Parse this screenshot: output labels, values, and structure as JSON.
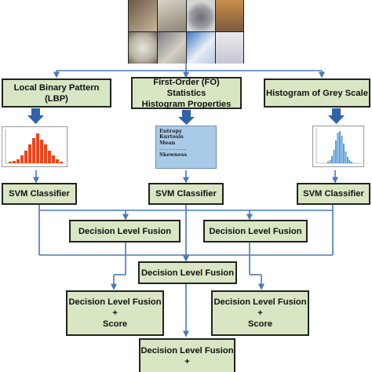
{
  "diagram": {
    "features": {
      "lbp": "Local Binary Pattern (LBP)",
      "fo_line1": "First-Order (FO) Statistics",
      "fo_line2": "Histogram Properties",
      "grey": "Histogram of Grey Scale"
    },
    "stats": [
      "Entropy",
      "Kurtosis",
      "Mean",
      "……………",
      "Skewness"
    ],
    "classifiers": [
      "SVM Classifier",
      "SVM Classifier",
      "SVM Classifier"
    ],
    "fusion": {
      "left": "Decision Level Fusion",
      "right": "Decision Level Fusion",
      "center": "Decision Level Fusion",
      "score_left": [
        "Decision Level Fusion",
        "+",
        "Score"
      ],
      "score_right": [
        "Decision Level Fusion",
        "+",
        "Score"
      ],
      "final": [
        "Decision Level Fusion",
        "+"
      ]
    },
    "colors": {
      "box_fill": "#d8e6c4",
      "connector": "#4a78b5",
      "arrow_head": "#2f63a8",
      "lbp_bars": "#e8461e",
      "grey_bars": "#5a9fd8"
    }
  }
}
